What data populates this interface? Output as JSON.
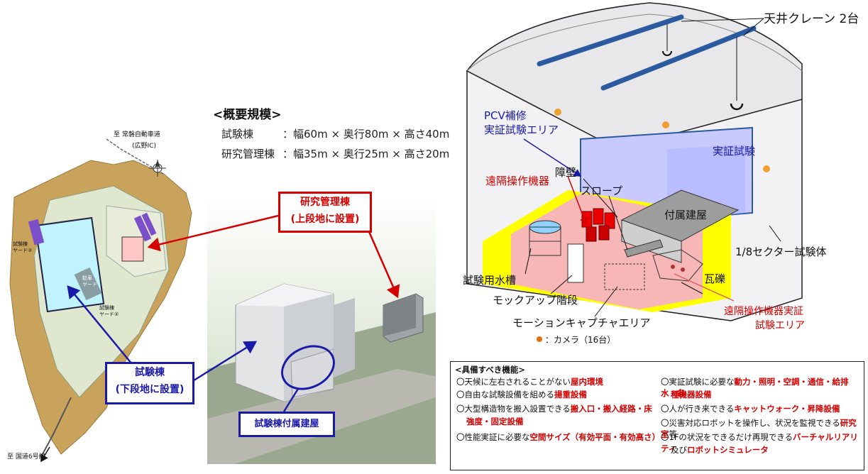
{
  "overview": {
    "heading": "<概要規模>",
    "rows": [
      {
        "name": "試験棟",
        "value": "：幅60m × 奥行80m × 高さ40m"
      },
      {
        "name": "研究管理棟",
        "value": "：幅35m × 奥行25m × 高さ20m"
      }
    ]
  },
  "site_map": {
    "road_north": "至 常磐自動車道",
    "road_north_sub": "(広野IC)",
    "road_south": "至 国道6号線",
    "yard1": "試験棟\nヤード②",
    "yard2": "試験棟\nヤード②",
    "yard3": "駐車\nヤード",
    "colors": {
      "terrain": "#c9a35c",
      "test_building": "#bff3ff",
      "research_building": "#ffc6c6",
      "yard": "#7b4fc9"
    }
  },
  "callouts": {
    "research": {
      "line1": "研究管理棟",
      "line2": "(上段地に設置)",
      "color": "#d40000"
    },
    "test": {
      "line1": "試験棟",
      "line2": "(下段地に設置)",
      "color": "#1a1aa8"
    },
    "annex": {
      "label": "試験棟付属建屋",
      "color": "#1a1aa8"
    }
  },
  "interior": {
    "crane": "天井クレーン 2台",
    "pcv_line1": "PCV補修",
    "pcv_line2": "実証試験エリア",
    "demo_test": "実証試験",
    "remote_device": "遠隔操作機器",
    "barrier": "障壁",
    "slope": "スロープ",
    "annex_building": "付属建屋",
    "sector": "1/8セクター試験体",
    "water_tank": "試験用水槽",
    "rubble": "瓦礫",
    "mockup_stairs": "モックアップ階段",
    "motion_capture": "モーションキャプチャエリア",
    "camera": "：カメラ（16台）",
    "remote_area_line1": "遠隔操作機器実証",
    "remote_area_line2": "試験エリア",
    "colors": {
      "blue": "#1a1aa8",
      "red": "#d40000",
      "floor_pink": "#f7b7b7",
      "floor_yellow": "#ffff00",
      "test_area": "#c7c9ff"
    }
  },
  "features": {
    "title": "<具備すべき機能>",
    "left": [
      {
        "text": "〇天候に左右されることがない",
        "highlight": "屋内環境",
        "cont": ""
      },
      {
        "text": "〇自由な試験設備を組める",
        "highlight": "揚重設備",
        "cont": ""
      },
      {
        "text": "〇大型構造物を搬入設置できる",
        "highlight": "搬入口・搬入経路・床",
        "cont": "強度・固定設備"
      },
      {
        "text": "〇性能実証に必要な",
        "highlight": "空間サイズ（有効平面・有効高さ）",
        "cont": ""
      }
    ],
    "right": [
      {
        "text": "〇実証試験に必要な",
        "highlight": "動力・照明・空調・通信・給排水・各",
        "cont": "種機器設備",
        "tail": ""
      },
      {
        "text": "〇人が行き来できる",
        "highlight": "キャットウォーク・昇降設備",
        "cont": "",
        "tail": ""
      },
      {
        "text": "〇災害対応ロボットを操作し、状況を監視できる",
        "highlight": "研究室",
        "cont": "",
        "tail": "等"
      },
      {
        "text": "〇1Fの状況をできるだけ再現できる",
        "highlight": "バーチャルリアリティ",
        "cont": "ロボットシミュレータ",
        "tail": "",
        "cont_prefix": "及び"
      }
    ]
  }
}
